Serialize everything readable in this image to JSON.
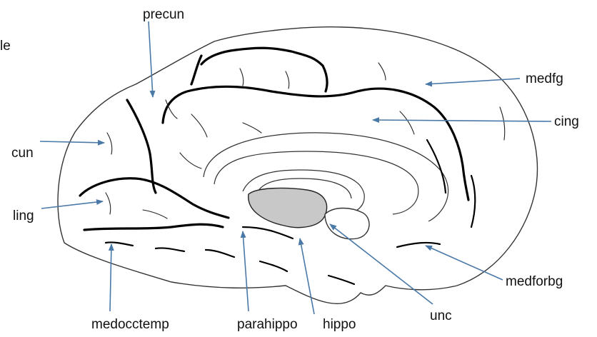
{
  "labels": {
    "partial": "le",
    "precun": "precun",
    "medfg": "medfg",
    "cing": "cing",
    "cun": "cun",
    "ling": "ling",
    "medforbg": "medforbg",
    "medocctemp": "medocctemp",
    "parahippo": "parahippo",
    "hippo": "hippo",
    "unc": "unc"
  },
  "colors": {
    "arrow": "#4a79a8",
    "thalamus_fill": "#c8c8c8",
    "outline": "#333333",
    "sulcus": "#000000"
  }
}
